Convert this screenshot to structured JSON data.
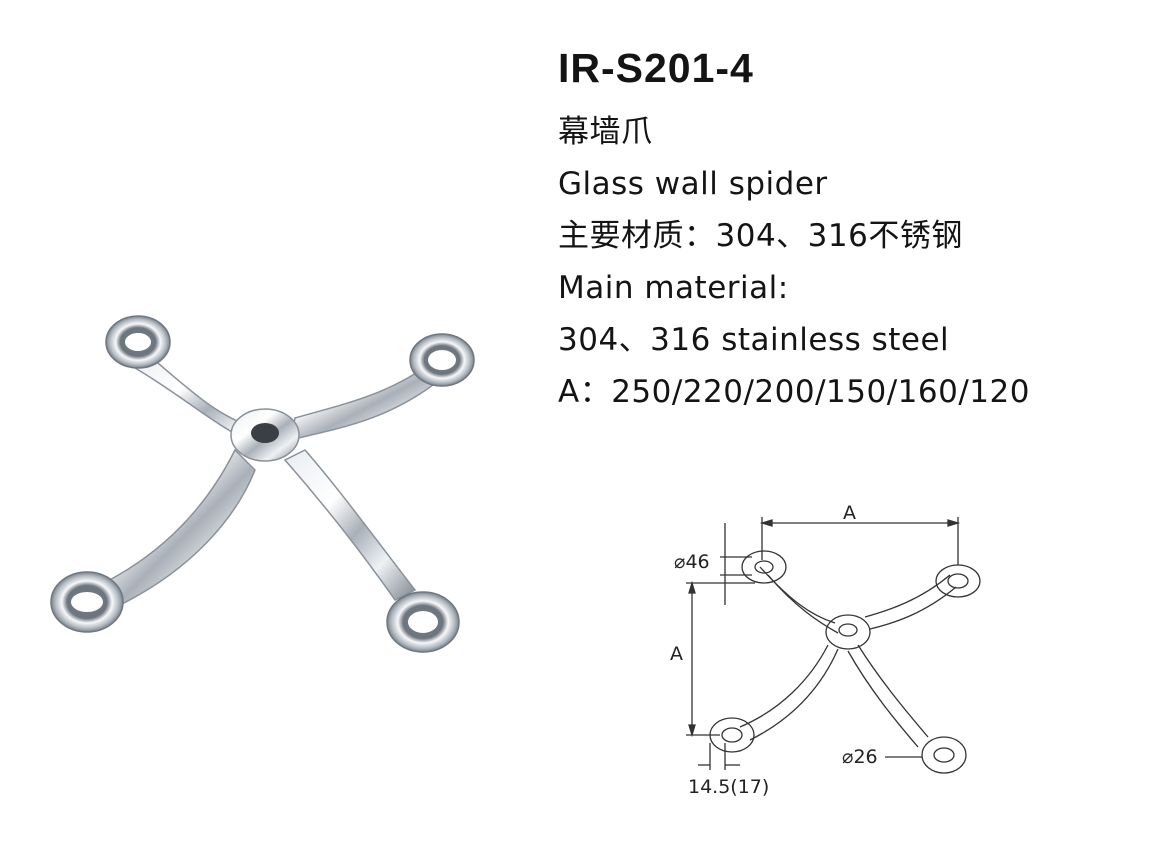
{
  "product": {
    "model": "IR-S201-4",
    "name_cn": "幕墙爪",
    "name_en": "Glass wall spider",
    "material_cn": "主要材质：304、316不锈钢",
    "material_en_label": "Main material:",
    "material_en_value": "304、316 stainless steel",
    "sizes": "A：250/220/200/150/160/120"
  },
  "drawing": {
    "dim_a_top": "A",
    "dim_a_left": "A",
    "dim_diameter_46": "⌀46",
    "dim_diameter_26": "⌀26",
    "dim_thickness": "14.5(17)"
  },
  "colors": {
    "steel_light": "#f4f6f8",
    "steel_mid": "#b9bfc6",
    "steel_dark": "#6f7780",
    "line": "#333333"
  }
}
